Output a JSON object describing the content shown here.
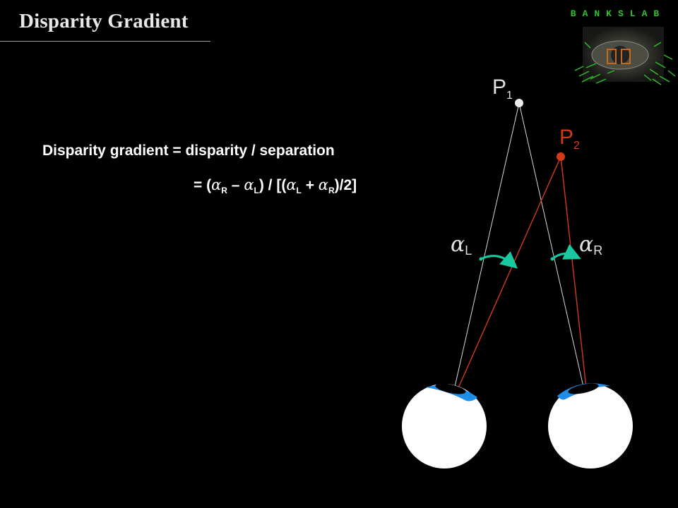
{
  "slide": {
    "title": "Disparity Gradient",
    "logo_text": "BANKSLAB"
  },
  "formula": {
    "line1": "Disparity gradient = disparity / separation",
    "line2": {
      "eq": "= (",
      "alpha": "α",
      "sub_r": "R",
      "minus": " – ",
      "sub_l": "L",
      "mid": ") / [(",
      "plus": " + ",
      "end": ")/2]"
    }
  },
  "diagram": {
    "p1": {
      "letter": "P",
      "sub": "1"
    },
    "p2": {
      "letter": "P",
      "sub": "2"
    },
    "alpha_left": {
      "symbol": "α",
      "sub": "L"
    },
    "alpha_right": {
      "symbol": "α",
      "sub": "R"
    }
  },
  "colors": {
    "p2_red": "#d23a1a",
    "arc_green": "#19c9a0",
    "iris_blue": "#1e8ee8",
    "logo_green": "#2ec22a"
  },
  "icons": [
    "eye-left-icon",
    "eye-right-icon",
    "bankslab-logo-icon"
  ]
}
